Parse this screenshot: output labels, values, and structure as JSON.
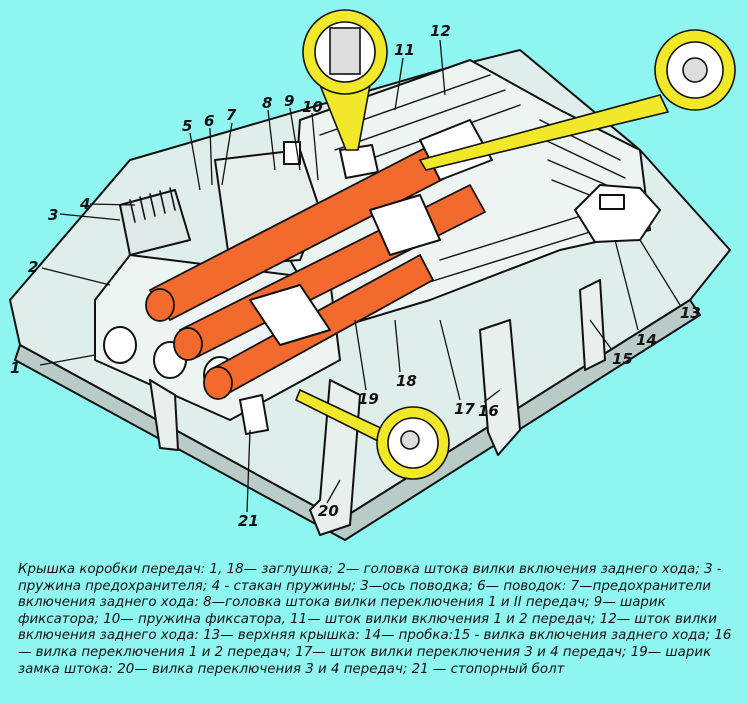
{
  "diagram": {
    "callouts": [
      {
        "id": "c1",
        "label": "1"
      },
      {
        "id": "c2",
        "label": "2"
      },
      {
        "id": "c3",
        "label": "3"
      },
      {
        "id": "c4",
        "label": "4"
      },
      {
        "id": "c5",
        "label": "5"
      },
      {
        "id": "c6",
        "label": "6"
      },
      {
        "id": "c7",
        "label": "7"
      },
      {
        "id": "c8",
        "label": "8"
      },
      {
        "id": "c9",
        "label": "9"
      },
      {
        "id": "c10",
        "label": "10"
      },
      {
        "id": "c11",
        "label": "11"
      },
      {
        "id": "c12",
        "label": "12"
      },
      {
        "id": "c13",
        "label": "13"
      },
      {
        "id": "c14",
        "label": "14"
      },
      {
        "id": "c15",
        "label": "15"
      },
      {
        "id": "c16",
        "label": "16"
      },
      {
        "id": "c17",
        "label": "17"
      },
      {
        "id": "c18",
        "label": "18"
      },
      {
        "id": "c19",
        "label": "19"
      },
      {
        "id": "c20",
        "label": "20"
      },
      {
        "id": "c21",
        "label": "21"
      }
    ],
    "colors": {
      "background": "#8ef5f0",
      "rod": "#f26a2e",
      "detail_ring": "#f2e82a",
      "linework": "#111111"
    }
  },
  "caption": {
    "text": "Крышка коробки передач: 1, 18— заглушка; 2— головка штока вилки включения заднего хода; 3 - пружина предохранителя; 4 - стакан пружины; 3—ось поводка; 6— поводок: 7—предохранители включения заднего хода: 8—головка штока вилки переключения 1 и II передач; 9— шарик фиксатора; 10— пружина фиксатора, 11— шток вилки включения 1 и 2 передач; 12— шток вилки включения заднего хода: 13— верхняя крышка: 14— пробка:15 - вилка включения заднего хода; 16— вилка переключения 1 и 2 передач; 17— шток вилки переключения 3 и 4 передач; 19— шарик замка штока: 20— вилка переключения 3 и 4 передач; 21 — стопорный болт"
  }
}
